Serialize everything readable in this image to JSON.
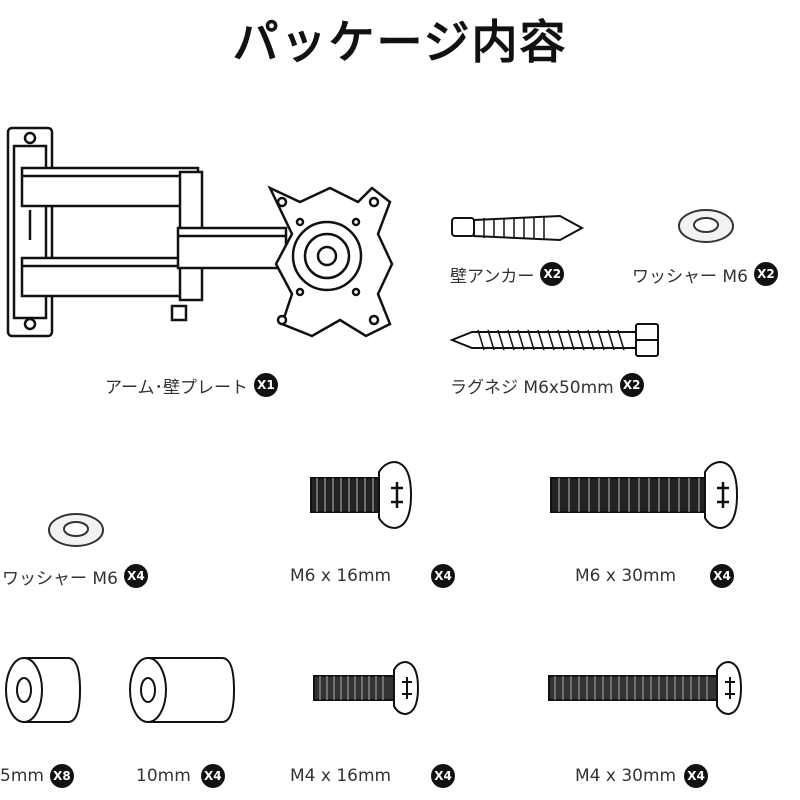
{
  "title": "パッケージ内容",
  "items": [
    {
      "name": "アーム･壁プレート",
      "qty": "X1"
    },
    {
      "name": "壁アンカー",
      "qty": "X2"
    },
    {
      "name": "ワッシャー M6",
      "qty": "X2"
    },
    {
      "name": "ラグネジ M6x50mm",
      "qty": "X2"
    },
    {
      "name": "ワッシャー M6",
      "qty": "X4"
    },
    {
      "name": "M6 x 16mm",
      "qty": "X4"
    },
    {
      "name": "M6 x 30mm",
      "qty": "X4"
    },
    {
      "name": "5mm",
      "qty": "X8"
    },
    {
      "name": "10mm",
      "qty": "X4"
    },
    {
      "name": "M4 x 16mm",
      "qty": "X4"
    },
    {
      "name": "M4 x 30mm",
      "qty": "X4"
    }
  ]
}
